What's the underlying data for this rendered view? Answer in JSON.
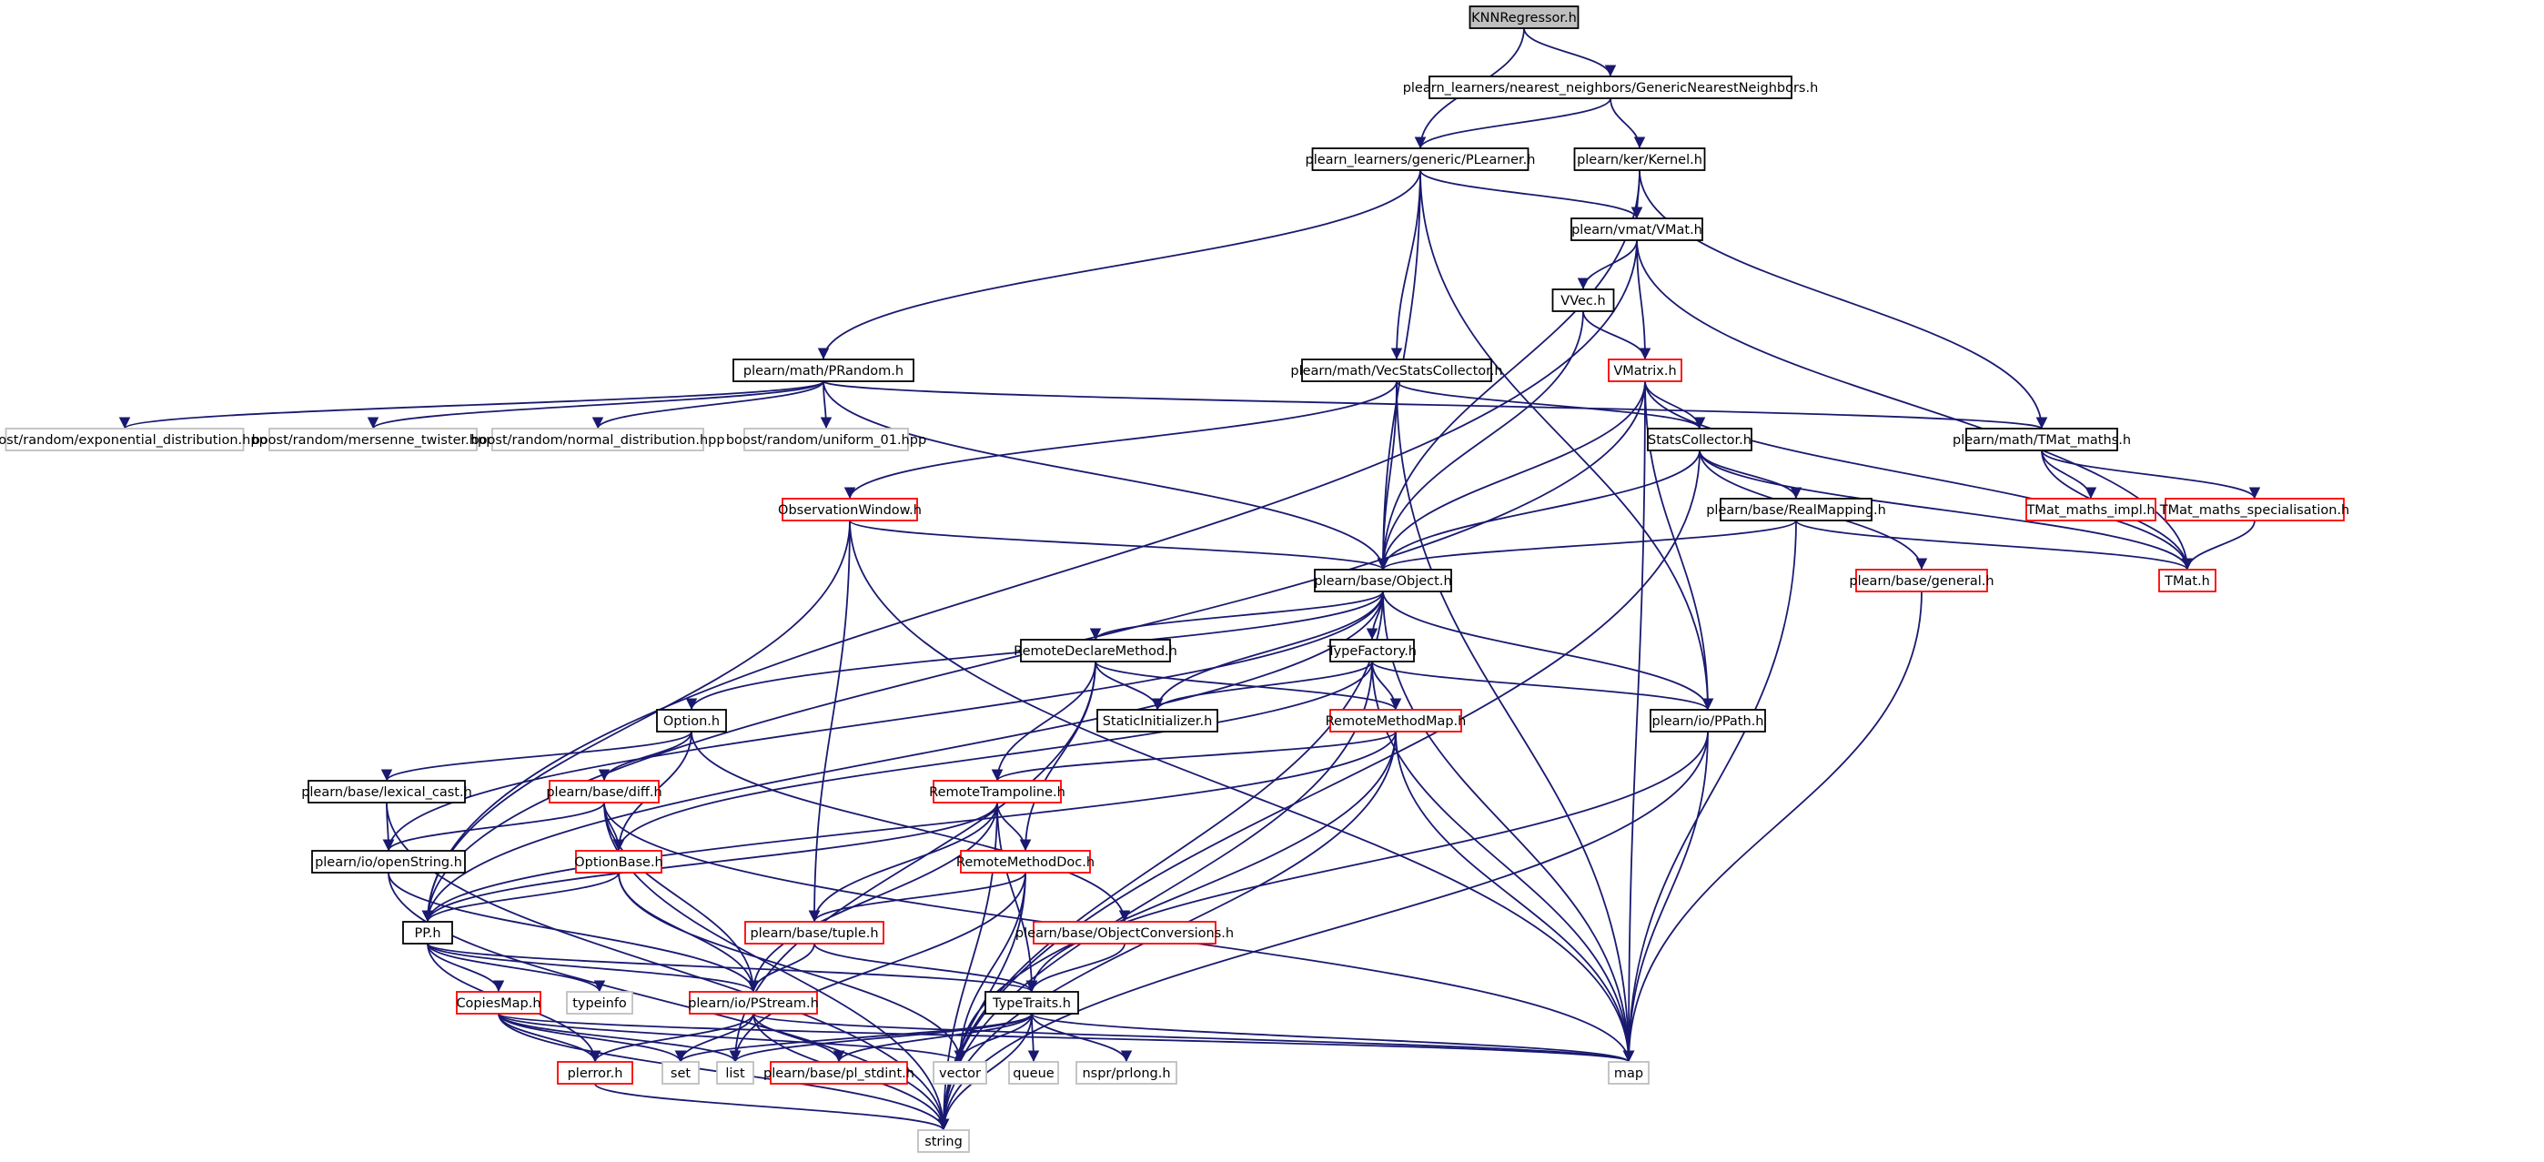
{
  "diagram": {
    "colors": {
      "edge": "#191970",
      "border_documented": "#000000",
      "border_undocumented": "#ff0000",
      "border_external": "#bfbfbf",
      "fill_root": "#bfbfbf",
      "fill_default": "#ffffff"
    },
    "nodes": [
      {
        "id": "knn",
        "label": "KNNRegressor.h",
        "kind": "root"
      },
      {
        "id": "gnn",
        "label": "plearn_learners/nearest_neighbors/GenericNearestNeighbors.h",
        "kind": "documented"
      },
      {
        "id": "plearner",
        "label": "plearn_learners/generic/PLearner.h",
        "kind": "documented"
      },
      {
        "id": "kernel",
        "label": "plearn/ker/Kernel.h",
        "kind": "documented"
      },
      {
        "id": "vmat",
        "label": "plearn/vmat/VMat.h",
        "kind": "documented"
      },
      {
        "id": "vvec",
        "label": "VVec.h",
        "kind": "documented"
      },
      {
        "id": "prandom",
        "label": "plearn/math/PRandom.h",
        "kind": "documented"
      },
      {
        "id": "vecstats",
        "label": "plearn/math/VecStatsCollector.h",
        "kind": "documented"
      },
      {
        "id": "vmatrix",
        "label": "VMatrix.h",
        "kind": "undocumented"
      },
      {
        "id": "b_exp",
        "label": "boost/random/exponential_distribution.hpp",
        "kind": "external"
      },
      {
        "id": "b_mt",
        "label": "boost/random/mersenne_twister.hpp",
        "kind": "external"
      },
      {
        "id": "b_norm",
        "label": "boost/random/normal_distribution.hpp",
        "kind": "external"
      },
      {
        "id": "b_uni",
        "label": "boost/random/uniform_01.hpp",
        "kind": "external"
      },
      {
        "id": "statscol",
        "label": "StatsCollector.h",
        "kind": "documented"
      },
      {
        "id": "tmatmaths",
        "label": "plearn/math/TMat_maths.h",
        "kind": "documented"
      },
      {
        "id": "obswin",
        "label": "ObservationWindow.h",
        "kind": "undocumented"
      },
      {
        "id": "realmap",
        "label": "plearn/base/RealMapping.h",
        "kind": "documented"
      },
      {
        "id": "tmimpl",
        "label": "TMat_maths_impl.h",
        "kind": "undocumented"
      },
      {
        "id": "tmspec",
        "label": "TMat_maths_specialisation.h",
        "kind": "undocumented"
      },
      {
        "id": "object",
        "label": "plearn/base/Object.h",
        "kind": "documented"
      },
      {
        "id": "general",
        "label": "plearn/base/general.h",
        "kind": "undocumented"
      },
      {
        "id": "tmat",
        "label": "TMat.h",
        "kind": "undocumented"
      },
      {
        "id": "rdm",
        "label": "RemoteDeclareMethod.h",
        "kind": "documented"
      },
      {
        "id": "typefactory",
        "label": "TypeFactory.h",
        "kind": "documented"
      },
      {
        "id": "staticinit",
        "label": "StaticInitializer.h",
        "kind": "documented"
      },
      {
        "id": "option",
        "label": "Option.h",
        "kind": "documented"
      },
      {
        "id": "rmm",
        "label": "RemoteMethodMap.h",
        "kind": "undocumented"
      },
      {
        "id": "ppath",
        "label": "plearn/io/PPath.h",
        "kind": "documented"
      },
      {
        "id": "lexcast",
        "label": "plearn/base/lexical_cast.h",
        "kind": "documented"
      },
      {
        "id": "diff",
        "label": "plearn/base/diff.h",
        "kind": "undocumented"
      },
      {
        "id": "trampoline",
        "label": "RemoteTrampoline.h",
        "kind": "undocumented"
      },
      {
        "id": "openstring",
        "label": "plearn/io/openString.h",
        "kind": "documented"
      },
      {
        "id": "optionbase",
        "label": "OptionBase.h",
        "kind": "undocumented"
      },
      {
        "id": "rmdoc",
        "label": "RemoteMethodDoc.h",
        "kind": "undocumented"
      },
      {
        "id": "pp",
        "label": "PP.h",
        "kind": "documented"
      },
      {
        "id": "tuple",
        "label": "plearn/base/tuple.h",
        "kind": "undocumented"
      },
      {
        "id": "objconv",
        "label": "plearn/base/ObjectConversions.h",
        "kind": "undocumented"
      },
      {
        "id": "copiesmap",
        "label": "CopiesMap.h",
        "kind": "undocumented"
      },
      {
        "id": "typeinfo",
        "label": "typeinfo",
        "kind": "external"
      },
      {
        "id": "pstream",
        "label": "plearn/io/PStream.h",
        "kind": "undocumented"
      },
      {
        "id": "typetraits",
        "label": "TypeTraits.h",
        "kind": "documented"
      },
      {
        "id": "plerror",
        "label": "plerror.h",
        "kind": "undocumented"
      },
      {
        "id": "set",
        "label": "set",
        "kind": "external"
      },
      {
        "id": "list",
        "label": "list",
        "kind": "external"
      },
      {
        "id": "stdint",
        "label": "plearn/base/pl_stdint.h",
        "kind": "undocumented"
      },
      {
        "id": "vector",
        "label": "vector",
        "kind": "external"
      },
      {
        "id": "queue",
        "label": "queue",
        "kind": "external"
      },
      {
        "id": "prlong",
        "label": "nspr/prlong.h",
        "kind": "external"
      },
      {
        "id": "map",
        "label": "map",
        "kind": "external"
      },
      {
        "id": "string",
        "label": "string",
        "kind": "external"
      }
    ],
    "edges": [
      [
        "knn",
        "gnn"
      ],
      [
        "knn",
        "plearner"
      ],
      [
        "gnn",
        "plearner"
      ],
      [
        "gnn",
        "kernel"
      ],
      [
        "plearner",
        "prandom"
      ],
      [
        "plearner",
        "object"
      ],
      [
        "plearner",
        "vmat"
      ],
      [
        "plearner",
        "vecstats"
      ],
      [
        "plearner",
        "ppath"
      ],
      [
        "kernel",
        "vmat"
      ],
      [
        "kernel",
        "object"
      ],
      [
        "kernel",
        "tmatmaths"
      ],
      [
        "vmat",
        "vvec"
      ],
      [
        "vmat",
        "vmatrix"
      ],
      [
        "vmat",
        "pp"
      ],
      [
        "vmat",
        "tmat"
      ],
      [
        "vvec",
        "vmatrix"
      ],
      [
        "vvec",
        "object"
      ],
      [
        "prandom",
        "b_exp"
      ],
      [
        "prandom",
        "b_mt"
      ],
      [
        "prandom",
        "b_norm"
      ],
      [
        "prandom",
        "b_uni"
      ],
      [
        "prandom",
        "object"
      ],
      [
        "prandom",
        "tmatmaths"
      ],
      [
        "vecstats",
        "statscol"
      ],
      [
        "vecstats",
        "obswin"
      ],
      [
        "vecstats",
        "object"
      ],
      [
        "vecstats",
        "map"
      ],
      [
        "vmatrix",
        "statscol"
      ],
      [
        "vmatrix",
        "object"
      ],
      [
        "vmatrix",
        "pp"
      ],
      [
        "vmatrix",
        "ppath"
      ],
      [
        "vmatrix",
        "tmat"
      ],
      [
        "vmatrix",
        "map"
      ],
      [
        "statscol",
        "object"
      ],
      [
        "statscol",
        "realmap"
      ],
      [
        "statscol",
        "general"
      ],
      [
        "statscol",
        "tmat"
      ],
      [
        "statscol",
        "string"
      ],
      [
        "tmatmaths",
        "tmimpl"
      ],
      [
        "tmatmaths",
        "tmspec"
      ],
      [
        "tmatmaths",
        "tmat"
      ],
      [
        "tmspec",
        "tmat"
      ],
      [
        "obswin",
        "object"
      ],
      [
        "obswin",
        "tuple"
      ],
      [
        "obswin",
        "pp"
      ],
      [
        "obswin",
        "map"
      ],
      [
        "realmap",
        "object"
      ],
      [
        "realmap",
        "tmat"
      ],
      [
        "realmap",
        "map"
      ],
      [
        "general",
        "map"
      ],
      [
        "object",
        "rdm"
      ],
      [
        "object",
        "typefactory"
      ],
      [
        "object",
        "staticinit"
      ],
      [
        "object",
        "option"
      ],
      [
        "object",
        "ppath"
      ],
      [
        "object",
        "map"
      ],
      [
        "object",
        "openstring"
      ],
      [
        "object",
        "pp"
      ],
      [
        "object",
        "string"
      ],
      [
        "rdm",
        "staticinit"
      ],
      [
        "rdm",
        "rmm"
      ],
      [
        "rdm",
        "trampoline"
      ],
      [
        "rdm",
        "rmdoc"
      ],
      [
        "rdm",
        "list"
      ],
      [
        "typefactory",
        "staticinit"
      ],
      [
        "typefactory",
        "rmm"
      ],
      [
        "typefactory",
        "ppath"
      ],
      [
        "typefactory",
        "optionbase"
      ],
      [
        "typefactory",
        "map"
      ],
      [
        "typefactory",
        "string"
      ],
      [
        "option",
        "lexcast"
      ],
      [
        "option",
        "diff"
      ],
      [
        "option",
        "optionbase"
      ],
      [
        "option",
        "objconv"
      ],
      [
        "rmm",
        "trampoline"
      ],
      [
        "rmm",
        "pp"
      ],
      [
        "rmm",
        "map"
      ],
      [
        "rmm",
        "vector"
      ],
      [
        "rmm",
        "string"
      ],
      [
        "ppath",
        "typetraits"
      ],
      [
        "ppath",
        "map"
      ],
      [
        "ppath",
        "string"
      ],
      [
        "lexcast",
        "openstring"
      ],
      [
        "lexcast",
        "string"
      ],
      [
        "diff",
        "openstring"
      ],
      [
        "diff",
        "optionbase"
      ],
      [
        "diff",
        "pstream"
      ],
      [
        "diff",
        "map"
      ],
      [
        "diff",
        "string"
      ],
      [
        "trampoline",
        "rmdoc"
      ],
      [
        "trampoline",
        "tuple"
      ],
      [
        "trampoline",
        "pp"
      ],
      [
        "trampoline",
        "pstream"
      ],
      [
        "trampoline",
        "typetraits"
      ],
      [
        "trampoline",
        "string"
      ],
      [
        "openstring",
        "pstream"
      ],
      [
        "openstring",
        "string"
      ],
      [
        "optionbase",
        "pp"
      ],
      [
        "optionbase",
        "pstream"
      ],
      [
        "optionbase",
        "vector"
      ],
      [
        "rmdoc",
        "tuple"
      ],
      [
        "rmdoc",
        "vector"
      ],
      [
        "rmdoc",
        "list"
      ],
      [
        "rmdoc",
        "string"
      ],
      [
        "pp",
        "copiesmap"
      ],
      [
        "pp",
        "typeinfo"
      ],
      [
        "pp",
        "pstream"
      ],
      [
        "pp",
        "typetraits"
      ],
      [
        "pp",
        "plerror"
      ],
      [
        "tuple",
        "pstream"
      ],
      [
        "tuple",
        "typetraits"
      ],
      [
        "objconv",
        "typetraits"
      ],
      [
        "copiesmap",
        "plerror"
      ],
      [
        "copiesmap",
        "set"
      ],
      [
        "copiesmap",
        "list"
      ],
      [
        "copiesmap",
        "vector"
      ],
      [
        "copiesmap",
        "map"
      ],
      [
        "copiesmap",
        "string"
      ],
      [
        "pstream",
        "plerror"
      ],
      [
        "pstream",
        "stdint"
      ],
      [
        "pstream",
        "set"
      ],
      [
        "pstream",
        "map"
      ],
      [
        "pstream",
        "string"
      ],
      [
        "typetraits",
        "set"
      ],
      [
        "typetraits",
        "list"
      ],
      [
        "typetraits",
        "stdint"
      ],
      [
        "typetraits",
        "vector"
      ],
      [
        "typetraits",
        "queue"
      ],
      [
        "typetraits",
        "prlong"
      ],
      [
        "typetraits",
        "map"
      ],
      [
        "typetraits",
        "string"
      ],
      [
        "plerror",
        "string"
      ]
    ]
  }
}
